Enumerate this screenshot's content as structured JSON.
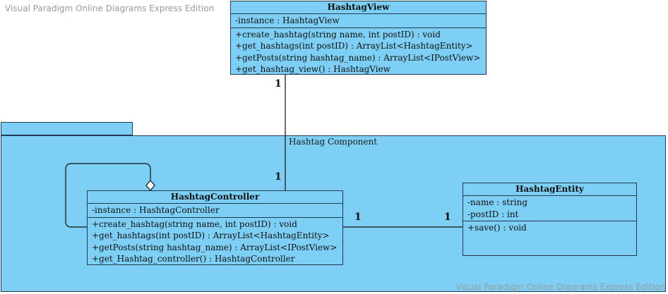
{
  "watermark_top": "Visual Paradigm Online Diagrams Express Edition",
  "watermark_bottom": "Visual Paradigm Online Diagrams Express Edition",
  "package": {
    "title": "Hashtag Component"
  },
  "hashtag_view": {
    "name": "HashtagView",
    "attributes": [
      "-instance : HashtagView"
    ],
    "operations": [
      "+create_hashtag(string name, int postID) : void",
      "+get_hashtags(int postID) : ArrayList<HashtagEntity>",
      "+getPosts(string hashtag_name) : ArrayList<IPostView>",
      "+get_hashtag_view() : HashtagView"
    ]
  },
  "hashtag_controller": {
    "name": "HashtagController",
    "attributes": [
      "-instance : HashtagController"
    ],
    "operations": [
      "+create_hashtag(string name, int postID) : void",
      "+get_hashtags(int postID) : ArrayList<HashtagEntity>",
      "+getPosts(string hashtag_name) : ArrayList<IPostView>",
      "+get_Hashtag_controller() : HashtagController"
    ]
  },
  "hashtag_entity": {
    "name": "HashtagEntity",
    "attributes": [
      "-name : string",
      "-postID : int"
    ],
    "operations": [
      "+save() : void"
    ]
  },
  "multiplicities": {
    "view_end": "1",
    "controller_top_end": "1",
    "controller_right_end": "1",
    "entity_end": "1"
  }
}
